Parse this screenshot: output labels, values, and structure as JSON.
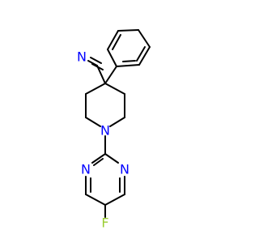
{
  "molecule": {
    "atoms": {
      "nitrile_n": "N",
      "piperidine_n": "N",
      "pyrimidine_n_left": "N",
      "pyrimidine_n_right": "N",
      "fluorine": "F"
    },
    "colors": {
      "bond": "#000000",
      "nitrogen": "#0000ff",
      "fluorine": "#9acd32",
      "background": "#ffffff"
    }
  }
}
